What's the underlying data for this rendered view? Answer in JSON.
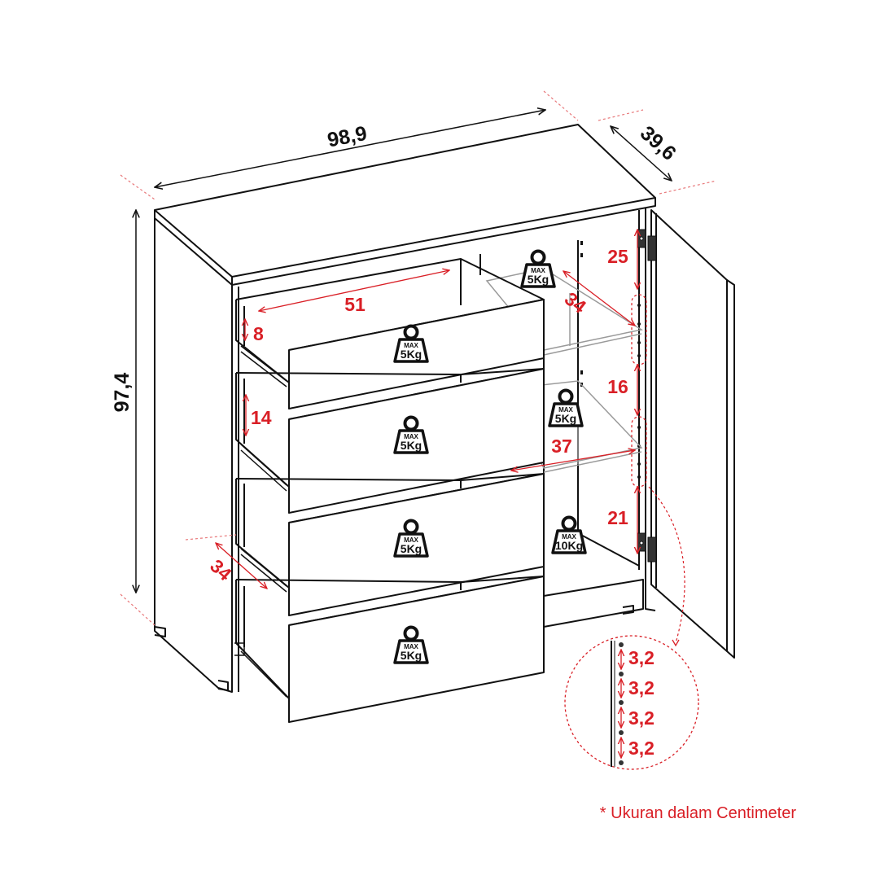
{
  "overall": {
    "width": "98,9",
    "depth": "39,6",
    "height": "97,4"
  },
  "drawers": {
    "inner_width": "51",
    "inner_depth": "34",
    "top_inner_height": "8",
    "second_inner_height": "14",
    "loads": [
      {
        "max": "MAX",
        "load": "5Kg"
      },
      {
        "max": "MAX",
        "load": "5Kg"
      },
      {
        "max": "MAX",
        "load": "5Kg"
      },
      {
        "max": "MAX",
        "load": "5Kg"
      }
    ]
  },
  "cabinet": {
    "upper_gap": "25",
    "middle_gap": "16",
    "lower_gap": "21",
    "shelf_depth": "34",
    "shelf_width": "37",
    "loads": [
      {
        "max": "MAX",
        "load": "5Kg"
      },
      {
        "max": "MAX",
        "load": "5Kg"
      },
      {
        "max": "MAX",
        "load": "10Kg"
      }
    ]
  },
  "hole_detail": {
    "spacings": [
      "3,2",
      "3,2",
      "3,2",
      "3,2"
    ]
  },
  "footnote": "* Ukuran dalam Centimeter",
  "colors": {
    "line": "#111111",
    "accent_red": "#d91f26",
    "guide_red": "#e8787a",
    "shelf_gray": "#9a9a9a"
  }
}
